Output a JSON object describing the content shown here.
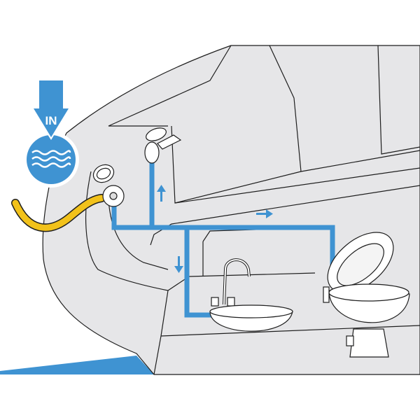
{
  "diagram": {
    "inlet_label": "IN",
    "colors": {
      "water": "#3f93d2",
      "hull": "#e6e6e8",
      "hose": "#f2c21b",
      "line": "#1e1e1e"
    },
    "components": [
      "water-inlet-fitting",
      "deck-shower",
      "sink-faucet",
      "toilet"
    ],
    "flow_arrows": [
      "up",
      "right",
      "down"
    ]
  }
}
